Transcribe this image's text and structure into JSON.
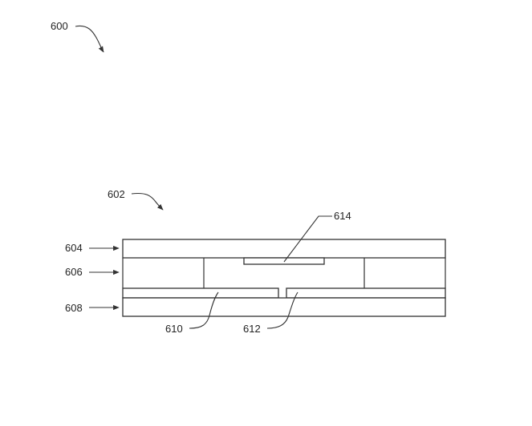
{
  "figure": {
    "ref_numbers": {
      "overall": "600",
      "device": "602",
      "top_layer": "604",
      "middle_layer": "606",
      "bottom_layer": "608",
      "lower_plate_left": "610",
      "lower_plate_right": "612",
      "upper_electrode": "614"
    }
  }
}
